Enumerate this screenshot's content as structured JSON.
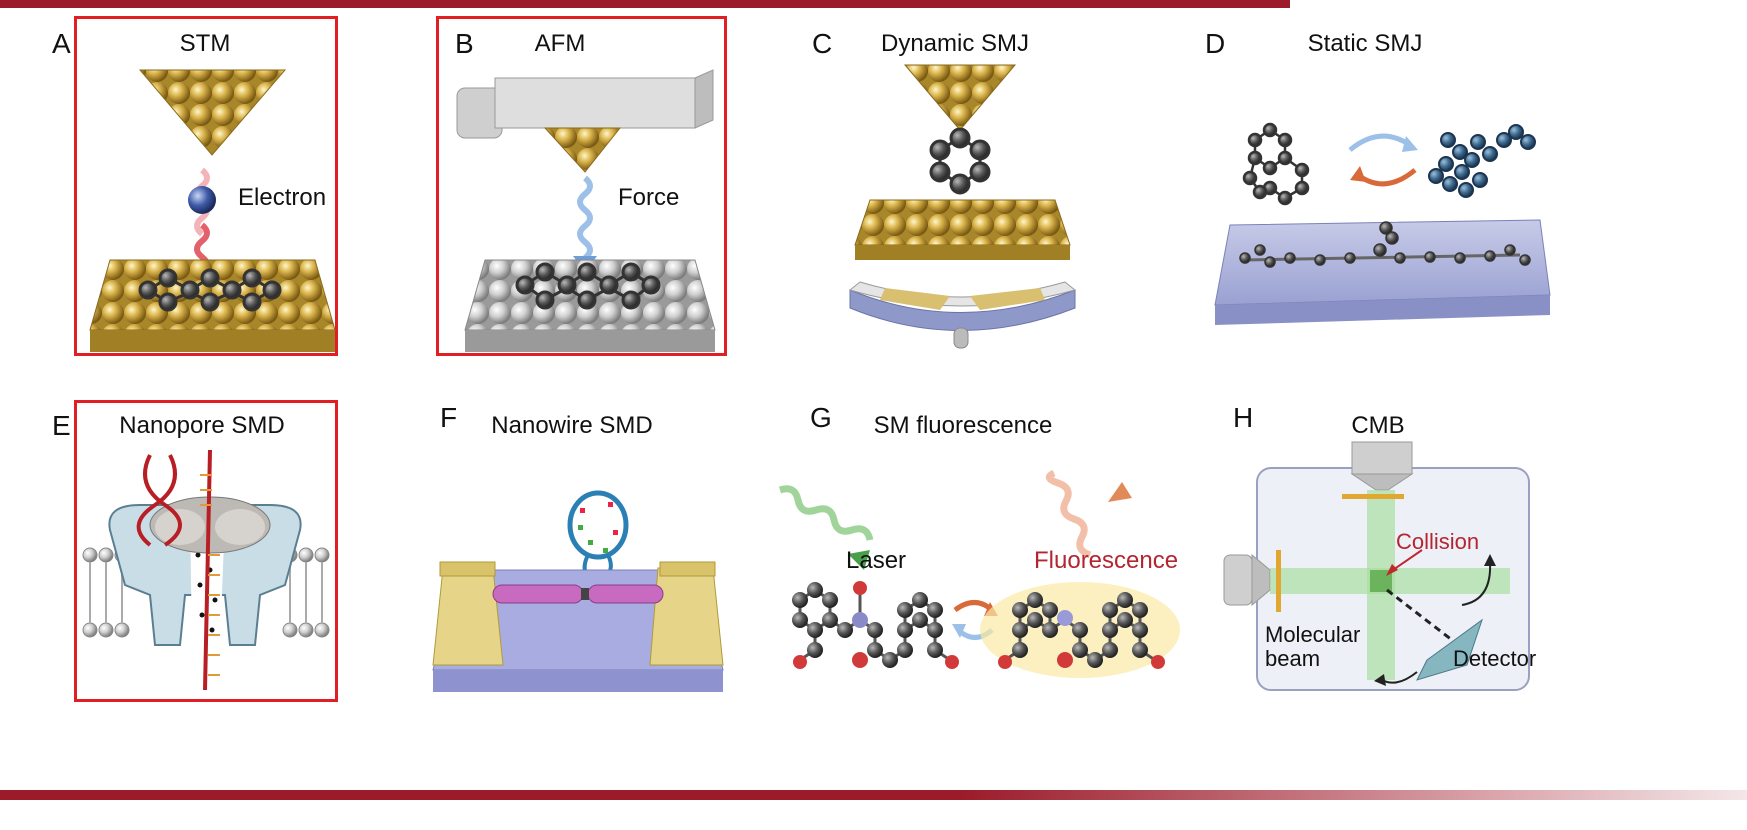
{
  "colors": {
    "accent": "#9b1b2a",
    "highlight": "#e01e24",
    "gold": "#c9a43a",
    "silver": "#c8c8c8"
  },
  "panels": {
    "A": {
      "letter": "A",
      "title": "STM",
      "label": "Electron"
    },
    "B": {
      "letter": "B",
      "title": "AFM",
      "label": "Force"
    },
    "C": {
      "letter": "C",
      "title": "Dynamic SMJ"
    },
    "D": {
      "letter": "D",
      "title": "Static SMJ"
    },
    "E": {
      "letter": "E",
      "title": "Nanopore SMD"
    },
    "F": {
      "letter": "F",
      "title": "Nanowire SMD"
    },
    "G": {
      "letter": "G",
      "title": "SM fluorescence",
      "laser": "Laser",
      "fluorescence": "Fluorescence"
    },
    "H": {
      "letter": "H",
      "title": "CMB",
      "collision": "Collision",
      "molecular": "Molecular",
      "beam": "beam",
      "detector": "Detector"
    }
  }
}
